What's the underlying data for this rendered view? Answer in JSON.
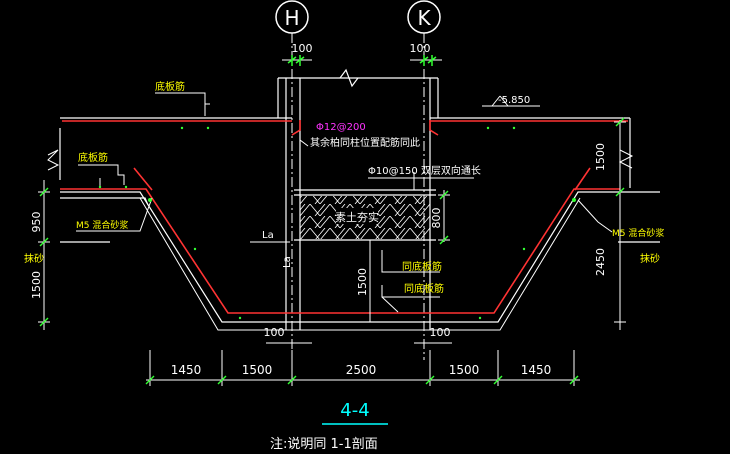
{
  "axes": {
    "h": "H",
    "k": "K"
  },
  "top_dims": {
    "left": "100",
    "right": "100"
  },
  "labels": {
    "bottom_bar_top_left": "底板筋",
    "bottom_bar_mid_left": "底板筋",
    "level": "-5.850",
    "rebar_12": "Φ12@200",
    "other_note": "其余柏同柱位置配筋同此",
    "rebar_10": "Φ10@150 双层双向通长",
    "m5_left": "M5 混合砂浆",
    "m5_right": "M5 混合砂浆",
    "plaster_left": "抹砂",
    "plaster_right": "抹砂",
    "fill": "素土夯实",
    "la_top": "La",
    "la_side": "La",
    "same_bar_1": "同底板筋",
    "same_bar_2": "同底板筋"
  },
  "dims": {
    "d950": "950",
    "d1500_left": "1500",
    "d1500_right_top": "1500",
    "d800": "800",
    "d1500_center": "1500",
    "d2450": "2450",
    "d100_bl": "100",
    "d100_br": "100",
    "bottom": [
      "1450",
      "1500",
      "2500",
      "1500",
      "1450"
    ]
  },
  "section_title": "4-4",
  "note": "注:说明同 1-1剖面",
  "colors": {
    "background": "#000000",
    "line": "#ffffff",
    "rebar": "#ff3333",
    "text_yellow": "#ffff00",
    "text_magenta": "#ff33ff",
    "title_cyan": "#00ffff",
    "marker_green": "#33ff33"
  }
}
